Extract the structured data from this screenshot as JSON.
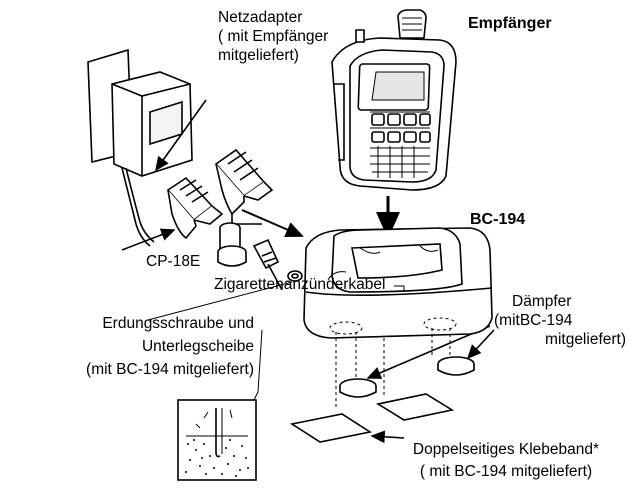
{
  "labels": {
    "netzadapter": [
      "Netzadapter",
      "( mit Empfänger",
      "mitgeliefert)"
    ],
    "empfaenger": "Empfänger",
    "bc194": "BC-194",
    "cp18e": "CP-18E",
    "zigarette": "Zigarettenanzünderkabel",
    "erdung": [
      "Erdungsschraube und",
      "Unterlegscheibe",
      "(mit BC-194 mitgeliefert)"
    ],
    "daempfer": [
      "Dämpfer",
      "(mitBC-194",
      "mitgeliefert)"
    ],
    "klebeband": [
      "Doppelseitiges Klebeband*",
      "( mit BC-194 mitgeliefert)"
    ]
  }
}
